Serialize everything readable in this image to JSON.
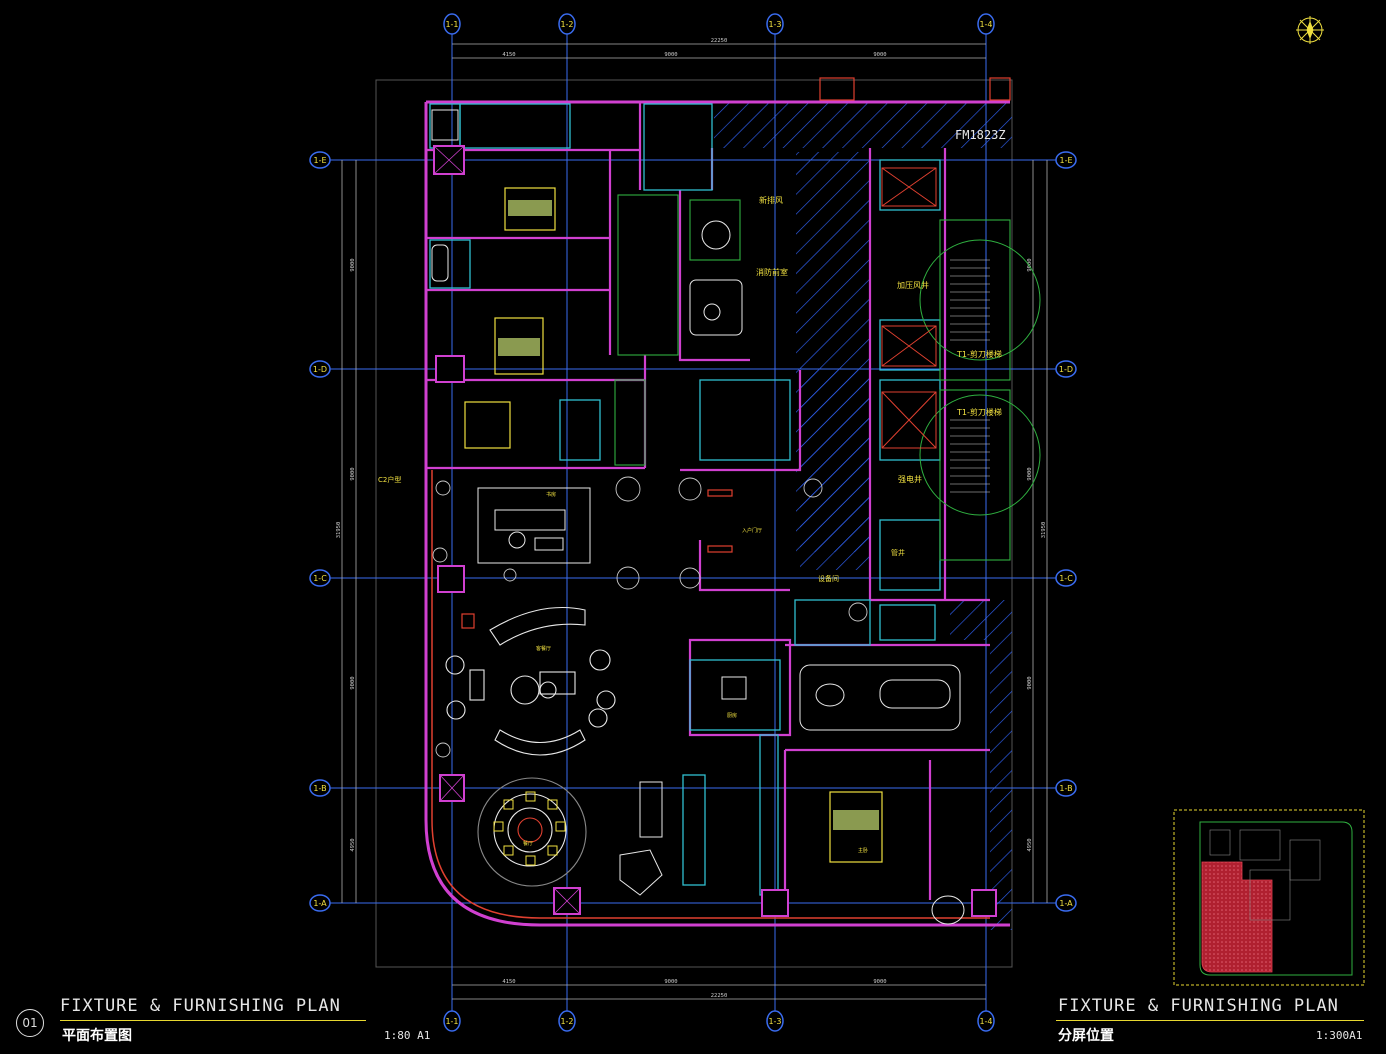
{
  "grid": {
    "columns": [
      "1-1",
      "1-2",
      "1-3",
      "1-4"
    ],
    "rows": [
      "1-E",
      "1-D",
      "1-C",
      "1-B",
      "1-A"
    ]
  },
  "dimensions": {
    "top_segments": [
      "4150",
      "9000",
      "9000"
    ],
    "top_total": "22250",
    "bottom_segments": [
      "4150",
      "9000",
      "9000"
    ],
    "bottom_total": "22250",
    "left_segments": [
      "9000",
      "9000",
      "9000",
      "4950"
    ],
    "left_total": "31950",
    "right_segments": [
      "9000",
      "9000",
      "9000",
      "4950"
    ],
    "right_total": "31950"
  },
  "annotations": {
    "door_code_top": "FM1823Z",
    "unit_label": "C2户型",
    "stair_label_1": "T1-剪刀楼梯",
    "stair_label_2": "T1-剪刀楼梯",
    "fresh_air": "新排风",
    "fan_shaft": "加压风井",
    "elevator_hall": "消防前室",
    "living_room": "客餐厅",
    "dining": "餐厅",
    "master_bed": "主卧",
    "kitchen": "厨房",
    "study": "书房",
    "entrance": "入户门厅",
    "equipment": "设备间",
    "pipe_well": "管井",
    "electric_well": "强电井"
  },
  "title_left": {
    "number": "01",
    "en": "FIXTURE & FURNISHING PLAN",
    "cn": "平面布置图",
    "scale": "1:80 A1"
  },
  "title_right": {
    "en": "FIXTURE & FURNISHING PLAN",
    "cn": "分屏位置",
    "scale": "1:300A1"
  },
  "colors": {
    "background": "#000000",
    "grid_axis": "#3a6cf0",
    "wall_magenta": "#d040d0",
    "hatch": "#2f5ff0",
    "furniture_yellow": "#f0e040",
    "furniture_white": "#e8e8e8",
    "title_line": "#e8d830",
    "keyplan_highlight": "#d03040"
  },
  "compass_icon": "compass-rose-icon"
}
